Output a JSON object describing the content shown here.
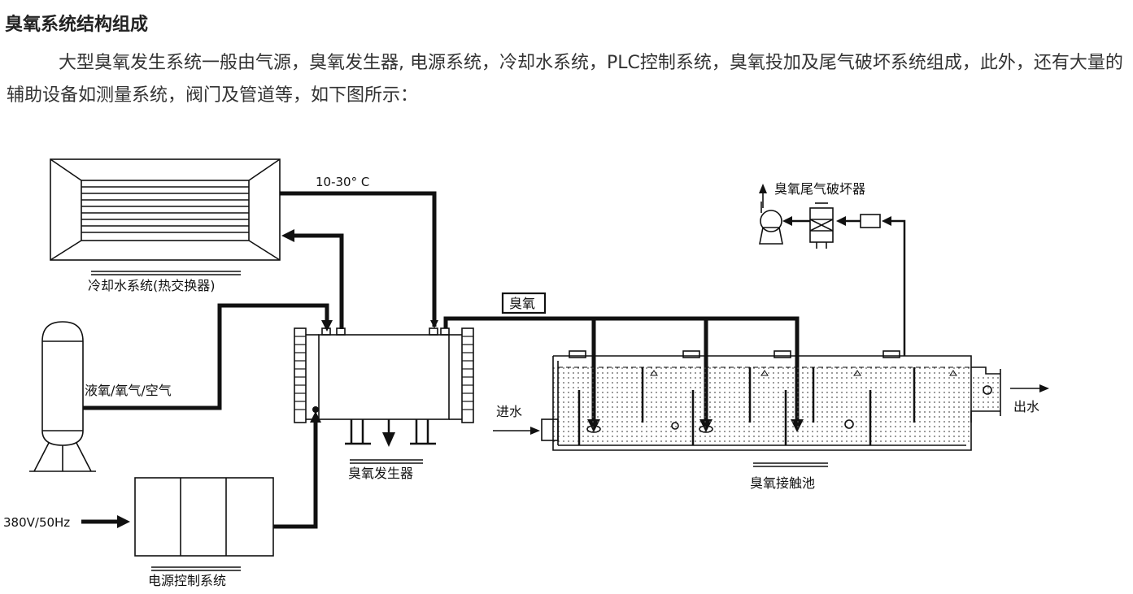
{
  "article": {
    "heading": "臭氧系统结构组成",
    "paragraph": "大型臭氧发生系统一般由气源，臭氧发生器, 电源系统，冷却水系统，PLC控制系统，臭氧投加及尾气破坏系统组成，此外，还有大量的辅助设备如测量系统，阀门及管道等，如下图所示："
  },
  "diagram": {
    "cooling_label": "冷却水系统(热交换器)",
    "temperature_label": "10-30° C",
    "gas_source_label": "液氧/氧气/空气",
    "generator_label": "臭氧发生器",
    "power_label": "电源控制系统",
    "voltage_label": "380V/50Hz",
    "ozone_label": "臭氧",
    "destructor_label": "臭氧尾气破坏器",
    "inlet_label": "进水",
    "outlet_label": "出水",
    "tank_label": "臭氧接触池"
  }
}
